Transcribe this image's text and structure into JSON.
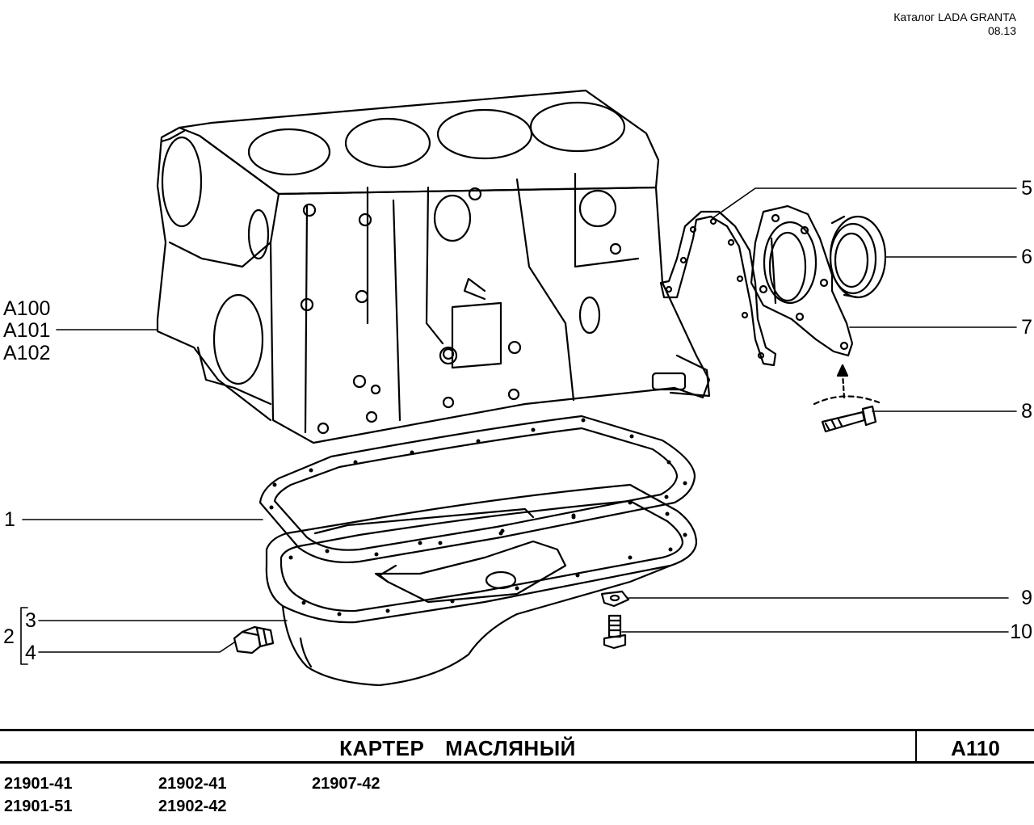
{
  "header": {
    "catalog": "Каталог  LADA  GRANTA",
    "date": "08.13"
  },
  "title": "КАРТЕР   МАСЛЯНЫЙ",
  "page_code": "A110",
  "callouts_left": {
    "c1": "1",
    "c2": "2",
    "c3": "3",
    "c4": "4",
    "a100": "A100",
    "a101": "A101",
    "a102": "A102"
  },
  "callouts_right": {
    "c5": "5",
    "c6": "6",
    "c7": "7",
    "c8": "8",
    "c9": "9",
    "c10": "10"
  },
  "models": [
    "21901-41",
    "21902-41",
    "21907-42",
    "21901-51",
    "21902-42"
  ]
}
